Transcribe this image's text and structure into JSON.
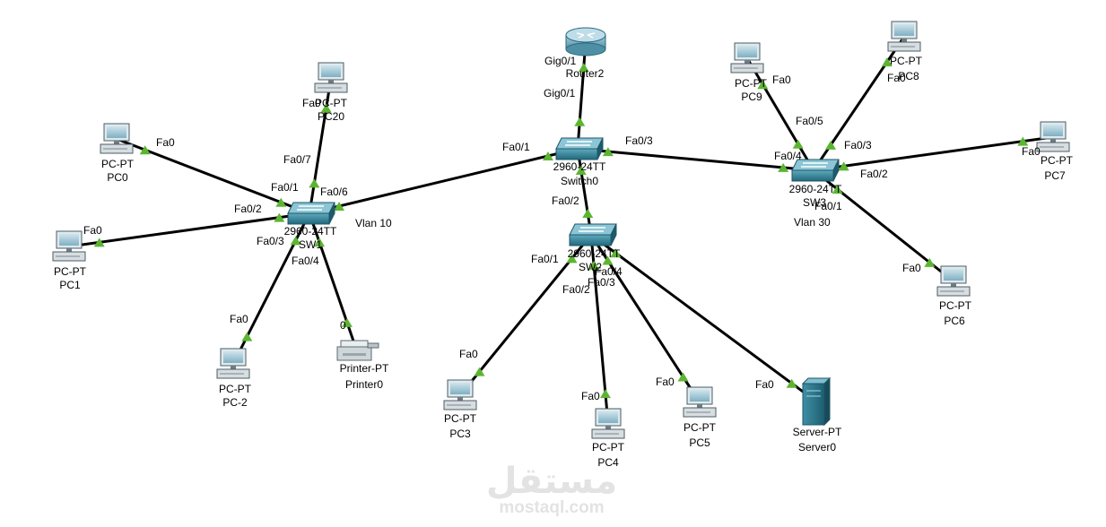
{
  "diagram": {
    "devices": [
      {
        "id": "pc20",
        "kind": "pc",
        "type": "PC-PT",
        "name": "PC20"
      },
      {
        "id": "pc0",
        "kind": "pc",
        "type": "PC-PT",
        "name": "PC0"
      },
      {
        "id": "pc1",
        "kind": "pc",
        "type": "PC-PT",
        "name": "PC1"
      },
      {
        "id": "pc2",
        "kind": "pc",
        "type": "PC-PT",
        "name": "PC-2"
      },
      {
        "id": "printer0",
        "kind": "printer",
        "type": "Printer-PT",
        "name": "Printer0"
      },
      {
        "id": "sw1",
        "kind": "switch",
        "type": "2960-24TT",
        "name": "SW1"
      },
      {
        "id": "router2",
        "kind": "router",
        "type": "",
        "name": "Router2"
      },
      {
        "id": "switch0",
        "kind": "switch",
        "type": "2960-24TT",
        "name": "Switch0"
      },
      {
        "id": "sw2",
        "kind": "switch",
        "type": "2960-24TT",
        "name": "SW2"
      },
      {
        "id": "pc3",
        "kind": "pc",
        "type": "PC-PT",
        "name": "PC3"
      },
      {
        "id": "pc4",
        "kind": "pc",
        "type": "PC-PT",
        "name": "PC4"
      },
      {
        "id": "pc5",
        "kind": "pc",
        "type": "PC-PT",
        "name": "PC5"
      },
      {
        "id": "server0",
        "kind": "server",
        "type": "Server-PT",
        "name": "Server0"
      },
      {
        "id": "sw3",
        "kind": "switch",
        "type": "2960-24TT",
        "name": "SW3"
      },
      {
        "id": "pc9",
        "kind": "pc",
        "type": "PC-PT",
        "name": "PC9"
      },
      {
        "id": "pc8",
        "kind": "pc",
        "type": "PC-PT",
        "name": "PC8"
      },
      {
        "id": "pc7",
        "kind": "pc",
        "type": "PC-PT",
        "name": "PC7"
      },
      {
        "id": "pc6",
        "kind": "pc",
        "type": "PC-PT",
        "name": "PC6"
      }
    ],
    "links": [
      {
        "from": "pc0",
        "to": "sw1",
        "from_port": "Fa0",
        "to_port": "Fa0/1"
      },
      {
        "from": "pc1",
        "to": "sw1",
        "from_port": "Fa0",
        "to_port": "Fa0/2"
      },
      {
        "from": "pc2",
        "to": "sw1",
        "from_port": "Fa0",
        "to_port": "Fa0/3"
      },
      {
        "from": "printer0",
        "to": "sw1",
        "from_port": "0",
        "to_port": "Fa0/4"
      },
      {
        "from": "pc20",
        "to": "sw1",
        "from_port": "Fa0",
        "to_port": "Fa0/7"
      },
      {
        "from": "sw1",
        "to": "switch0",
        "from_port": "Fa0/6",
        "to_port": "Fa0/1"
      },
      {
        "from": "router2",
        "to": "switch0",
        "from_port": "Gig0/1",
        "to_port": "Gig0/1"
      },
      {
        "from": "switch0",
        "to": "sw2",
        "from_port": "Fa0/2",
        "to_port": "Fa0/1"
      },
      {
        "from": "switch0",
        "to": "sw3",
        "from_port": "Fa0/3",
        "to_port": "Fa0/4"
      },
      {
        "from": "sw2",
        "to": "pc3",
        "from_port": "Fa0/1",
        "to_port": "Fa0"
      },
      {
        "from": "sw2",
        "to": "pc4",
        "from_port": "Fa0/2",
        "to_port": "Fa0"
      },
      {
        "from": "sw2",
        "to": "pc5",
        "from_port": "Fa0/3",
        "to_port": "Fa0"
      },
      {
        "from": "sw2",
        "to": "server0",
        "from_port": "Fa0/4",
        "to_port": "Fa0"
      },
      {
        "from": "sw3",
        "to": "pc9",
        "from_port": "Fa0/5",
        "to_port": "Fa0"
      },
      {
        "from": "sw3",
        "to": "pc8",
        "from_port": "Fa0/3",
        "to_port": "Fa0"
      },
      {
        "from": "sw3",
        "to": "pc7",
        "from_port": "Fa0/2",
        "to_port": "Fa0"
      },
      {
        "from": "sw3",
        "to": "pc6",
        "from_port": "Fa0/1",
        "to_port": "Fa0"
      }
    ],
    "vlan_labels": [
      "Vlan 10",
      "Vlan 30"
    ],
    "watermark": {
      "arabic": "مستقل",
      "latin": "mostaql.com"
    },
    "colors": {
      "link": "#000000",
      "port_indicator": "#5cb531",
      "device_blue": "#2e8196",
      "background": "#ffffff"
    }
  }
}
